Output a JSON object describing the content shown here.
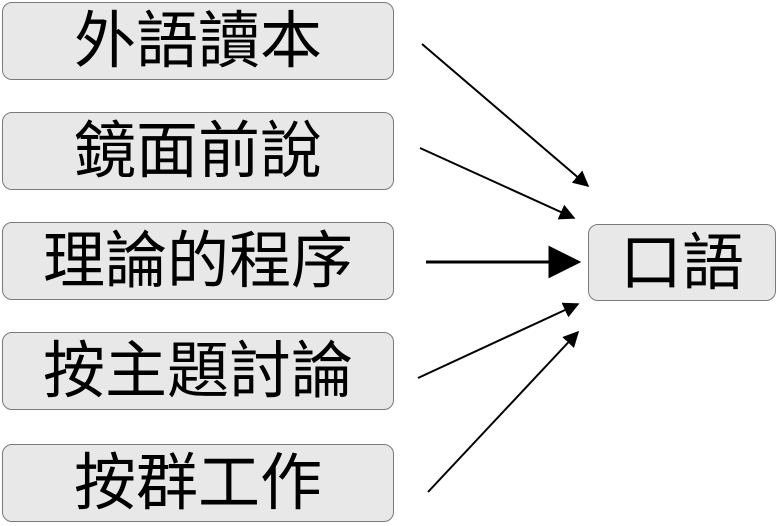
{
  "diagram": {
    "sources": [
      {
        "label": "外語讀本"
      },
      {
        "label": "鏡面前說"
      },
      {
        "label": "理論的程序"
      },
      {
        "label": "按主題討論"
      },
      {
        "label": "按群工作"
      }
    ],
    "target": {
      "label": "口語"
    },
    "arrows": [
      {
        "from": "外語讀本",
        "to": "口語",
        "style": "thin"
      },
      {
        "from": "鏡面前說",
        "to": "口語",
        "style": "thin"
      },
      {
        "from": "理論的程序",
        "to": "口語",
        "style": "thick"
      },
      {
        "from": "按主題討論",
        "to": "口語",
        "style": "thin"
      },
      {
        "from": "按群工作",
        "to": "口語",
        "style": "thin"
      }
    ],
    "colors": {
      "box_background": "#e8e8e8",
      "box_border": "#7a7a7a",
      "text": "#000000",
      "arrow": "#000000"
    }
  }
}
